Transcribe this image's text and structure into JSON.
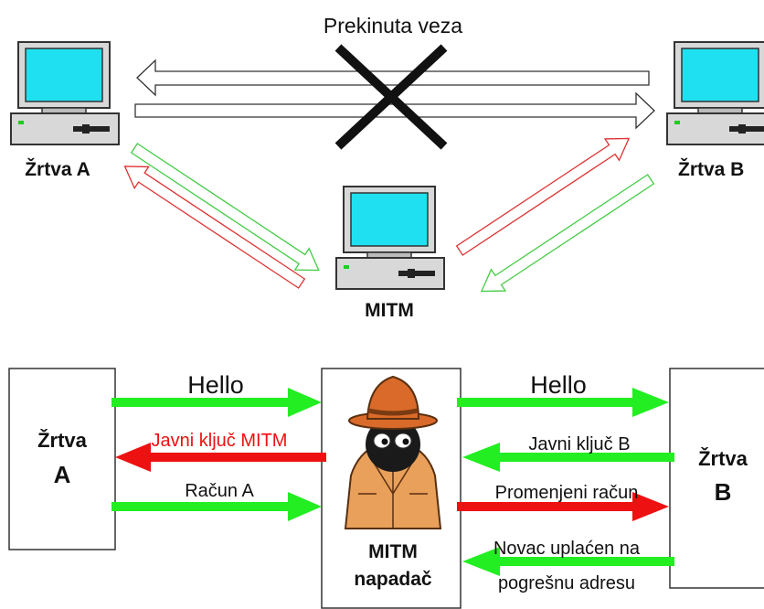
{
  "top": {
    "broken_label": "Prekinuta veza",
    "victim_a_label": "Žrtva A",
    "victim_b_label": "Žrtva B",
    "mitm_label": "MITM"
  },
  "bottom": {
    "victim_a_line1": "Žrtva",
    "victim_a_line2": "A",
    "victim_b_line1": "Žrtva",
    "victim_b_line2": "B",
    "attacker_line1": "MITM",
    "attacker_line2": "napadač",
    "hello_left": "Hello",
    "hello_right": "Hello",
    "key_mitm": "Javni ključ MITM",
    "key_b": "Javni ključ B",
    "account_a": "Račun A",
    "account_changed": "Promenjeni račun",
    "money_line1": "Novac uplaćen na",
    "money_line2": "pogrešnu adresu"
  },
  "colors": {
    "green": "#22ee22",
    "red": "#ee1111",
    "screen": "#1fe0f0",
    "hat": "#d96a2a",
    "coat": "#e8a05a"
  }
}
